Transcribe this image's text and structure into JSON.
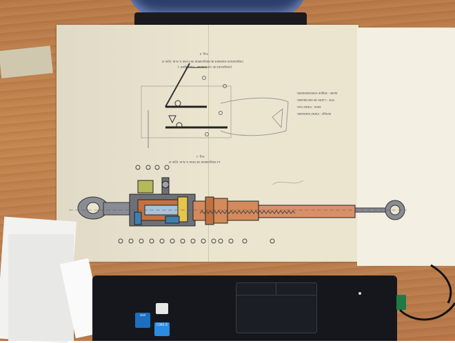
{
  "scene": {
    "description_type": "photo",
    "colors": {
      "desk": "#c48650",
      "paper": "#ebe5d0",
      "copper": "#d48a5a",
      "steel": "#7e8088",
      "laptop": "#15171c"
    }
  },
  "drawing": {
    "caption_upper": "Disposition standard du Régulateur de Frein S.A.B. type D",
    "caption_upper_sub": "(Dispositif de commande \"Timingare\")",
    "caption_fig": "Fig. 4",
    "legend": [
      "Rouge : Partie tournante.",
      "Bleu : Partie fixe.",
      "Vert : Carter de mécanisme.",
      "Jaune : Bague d'entraînement."
    ],
    "caption_lower": "Le Régulateur de frein S.A.B. type D",
    "caption_lower_fig": "Fig. 3"
  },
  "laptop": {
    "sticker_1": "intel",
    "sticker_2": "CORE i5"
  }
}
